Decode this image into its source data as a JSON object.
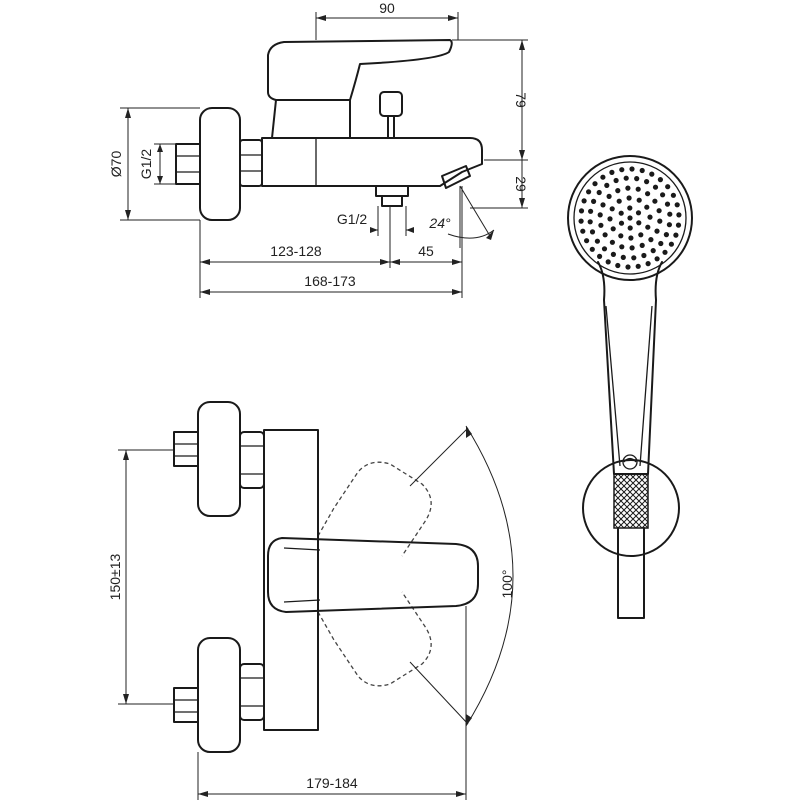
{
  "dimensions": {
    "top_width": "90",
    "lever_height": "79",
    "spout_height": "29",
    "rosette_diameter": "Ø70",
    "inlet_thread_side": "G1/2",
    "outlet_thread": "G1/2",
    "spout_angle": "24°",
    "projection_inner": "123-128",
    "spout_offset": "45",
    "projection_total": "168-173",
    "inlet_spacing": "150±13",
    "lever_rotation": "100°",
    "front_width": "179-184"
  }
}
